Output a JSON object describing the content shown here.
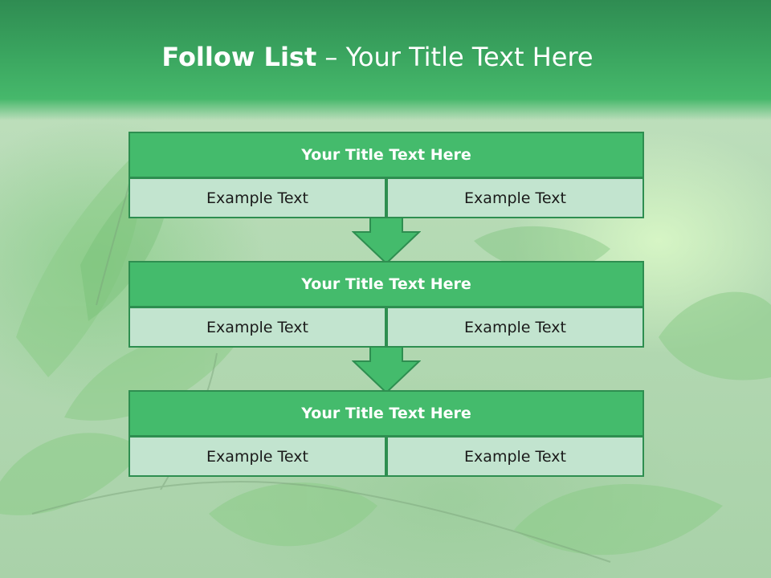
{
  "slide": {
    "title_bold": "Follow List",
    "title_rest": " – Your Title Text Here"
  },
  "steps": [
    {
      "title": "Your Title Text Here",
      "left": "Example Text",
      "right": "Example Text"
    },
    {
      "title": "Your Title Text Here",
      "left": "Example Text",
      "right": "Example Text"
    },
    {
      "title": "Your Title Text Here",
      "left": "Example Text",
      "right": "Example Text"
    }
  ],
  "colors": {
    "header_green": "#3aa55f",
    "title_box_fill": "#44bb6c",
    "border_green": "#2e8e50",
    "cell_fill": "#c2e4cf",
    "arrow_fill": "#44bb6c"
  },
  "icons": {
    "connector": "down-arrow-icon",
    "background": "leaves-background"
  }
}
